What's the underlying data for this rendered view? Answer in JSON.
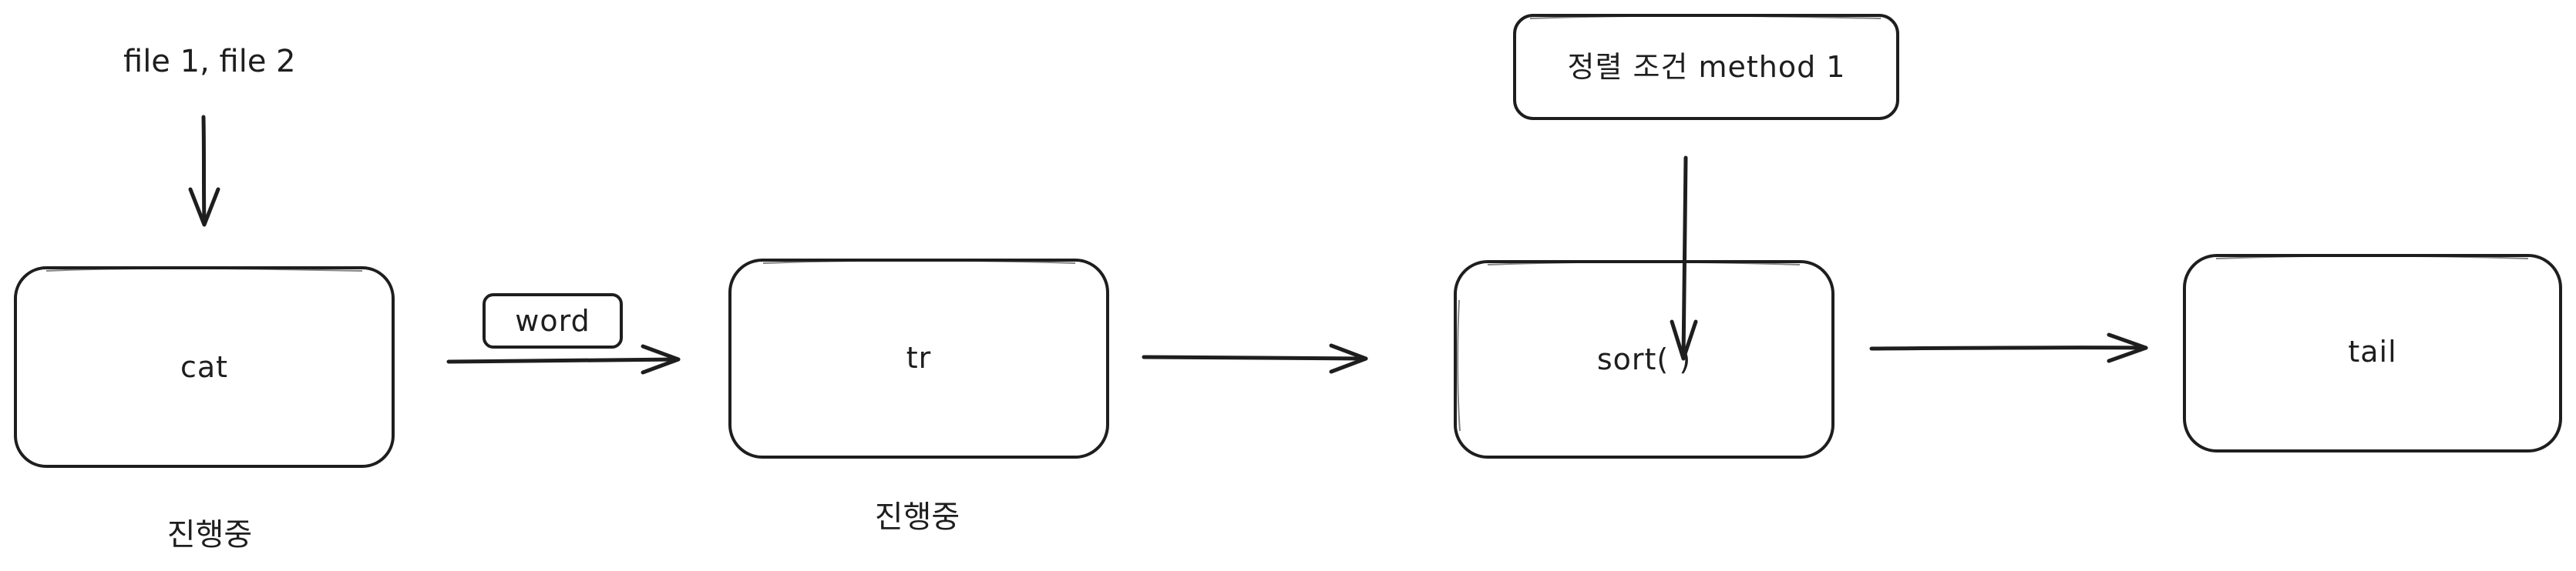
{
  "nodes": {
    "cat": "cat",
    "tr": "tr",
    "sort": "sort( )",
    "tail": "tail",
    "sort_condition": "정렬 조건 method 1",
    "word": "word"
  },
  "labels": {
    "input_files": "file 1, file 2",
    "status_cat": "진행중",
    "status_tr": "진행중"
  },
  "colors": {
    "stroke": "#1e1e1e",
    "background": "#ffffff"
  }
}
